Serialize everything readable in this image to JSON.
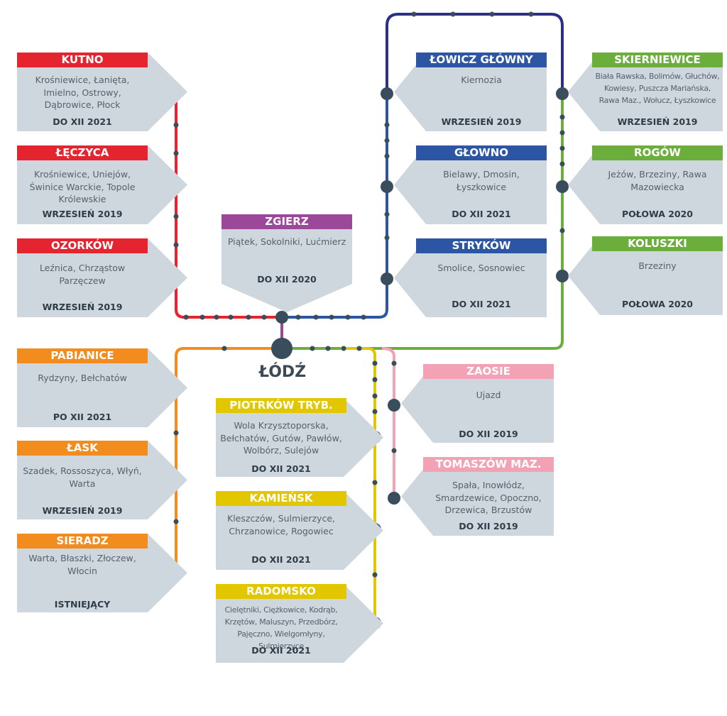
{
  "colors": {
    "red": "#e4242e",
    "blue": "#2c56a4",
    "navy": "#2c2f86",
    "green": "#6cae3c",
    "orange": "#f28c1e",
    "yellow": "#e2c600",
    "pink": "#f3a2b6",
    "purple": "#9b479a",
    "card": "#ced7dd",
    "station": "#3a4d5c"
  },
  "hub": {
    "label": "ŁÓDŹ"
  },
  "stations": [
    {
      "id": "kutno",
      "title": "KUTNO",
      "places": "Krośniewice, Łanięta, Imielno, Ostrowy, Dąbrowice, Płock",
      "status": "DO XII 2021",
      "color": "red"
    },
    {
      "id": "leczyca",
      "title": "ŁĘCZYCA",
      "places": "Krośniewice, Uniejów, Świnice Warckie, Topole Królewskie",
      "status": "WRZESIEŃ 2019",
      "color": "red"
    },
    {
      "id": "ozorkow",
      "title": "OZORKÓW",
      "places": "Leźnica, Chrząstow Parzęczew",
      "status": "WRZESIEŃ 2019",
      "color": "red"
    },
    {
      "id": "zgierz",
      "title": "ZGIERZ",
      "places": "Piątek, Sokolniki, Lućmierz",
      "status": "DO XII 2020",
      "color": "purple"
    },
    {
      "id": "lowicz",
      "title": "ŁOWICZ GŁÓWNY",
      "places": "Kiernozia",
      "status": "WRZESIEŃ 2019",
      "color": "blue"
    },
    {
      "id": "glowno",
      "title": "GŁOWNO",
      "places": "Bielawy, Dmosin, Łyszkowice",
      "status": "DO XII 2021",
      "color": "blue"
    },
    {
      "id": "strykow",
      "title": "STRYKÓW",
      "places": "Smolice, Sosnowiec",
      "status": "DO XII 2021",
      "color": "blue"
    },
    {
      "id": "skierniewice",
      "title": "SKIERNIEWICE",
      "places": "Biała Rawska, Bolimów, Głuchów, Kowiesy, Puszcza Mariańska, Rawa Maz., Wołucz, Łyszkowice",
      "status": "WRZESIEŃ 2019",
      "color": "green"
    },
    {
      "id": "rogow",
      "title": "ROGÓW",
      "places": "Jeżów, Brzeziny, Rawa Mazowiecka",
      "status": "POŁOWA 2020",
      "color": "green"
    },
    {
      "id": "koluszki",
      "title": "KOLUSZKI",
      "places": "Brzeziny",
      "status": "POŁOWA 2020",
      "color": "green"
    },
    {
      "id": "pabianice",
      "title": "PABIANICE",
      "places": "Rydzyny, Bełchatów",
      "status": "PO XII 2021",
      "color": "orange"
    },
    {
      "id": "lask",
      "title": "ŁASK",
      "places": "Szadek, Rossoszyca, Włyń, Warta",
      "status": "WRZESIEŃ 2019",
      "color": "orange"
    },
    {
      "id": "sieradz",
      "title": "SIERADZ",
      "places": "Warta, Błaszki, Złoczew, Włocin",
      "status": "ISTNIEJĄCY",
      "color": "orange"
    },
    {
      "id": "piotrkow",
      "title": "PIOTRKÓW TRYB.",
      "places": "Wola Krzysztoporska, Bełchatów, Gutów, Pawłów, Wolbórz, Sulejów",
      "status": "DO XII 2021",
      "color": "yellow"
    },
    {
      "id": "kamiensk",
      "title": "KAMIEŃSK",
      "places": "Kleszczów, Sulmierzyce, Chrzanowice, Rogowiec",
      "status": "DO XII 2021",
      "color": "yellow"
    },
    {
      "id": "radomsko",
      "title": "RADOMSKO",
      "places": "Cielętniki, Ciężkowice, Kodrąb, Krzętów, Maluszyn, Przedbórz, Pajęczno, Wielgomłyny, Sulmierzyce",
      "status": "DO XII 2021",
      "color": "yellow"
    },
    {
      "id": "zaosie",
      "title": "ZAOSIE",
      "places": "Ujazd",
      "status": "DO XII 2019",
      "color": "pink"
    },
    {
      "id": "tomaszow",
      "title": "TOMASZÓW MAZ.",
      "places": "Spała, Inowłódz, Smardzewice, Opoczno, Drzewica, Brzustów",
      "status": "DO XII 2019",
      "color": "pink"
    }
  ]
}
